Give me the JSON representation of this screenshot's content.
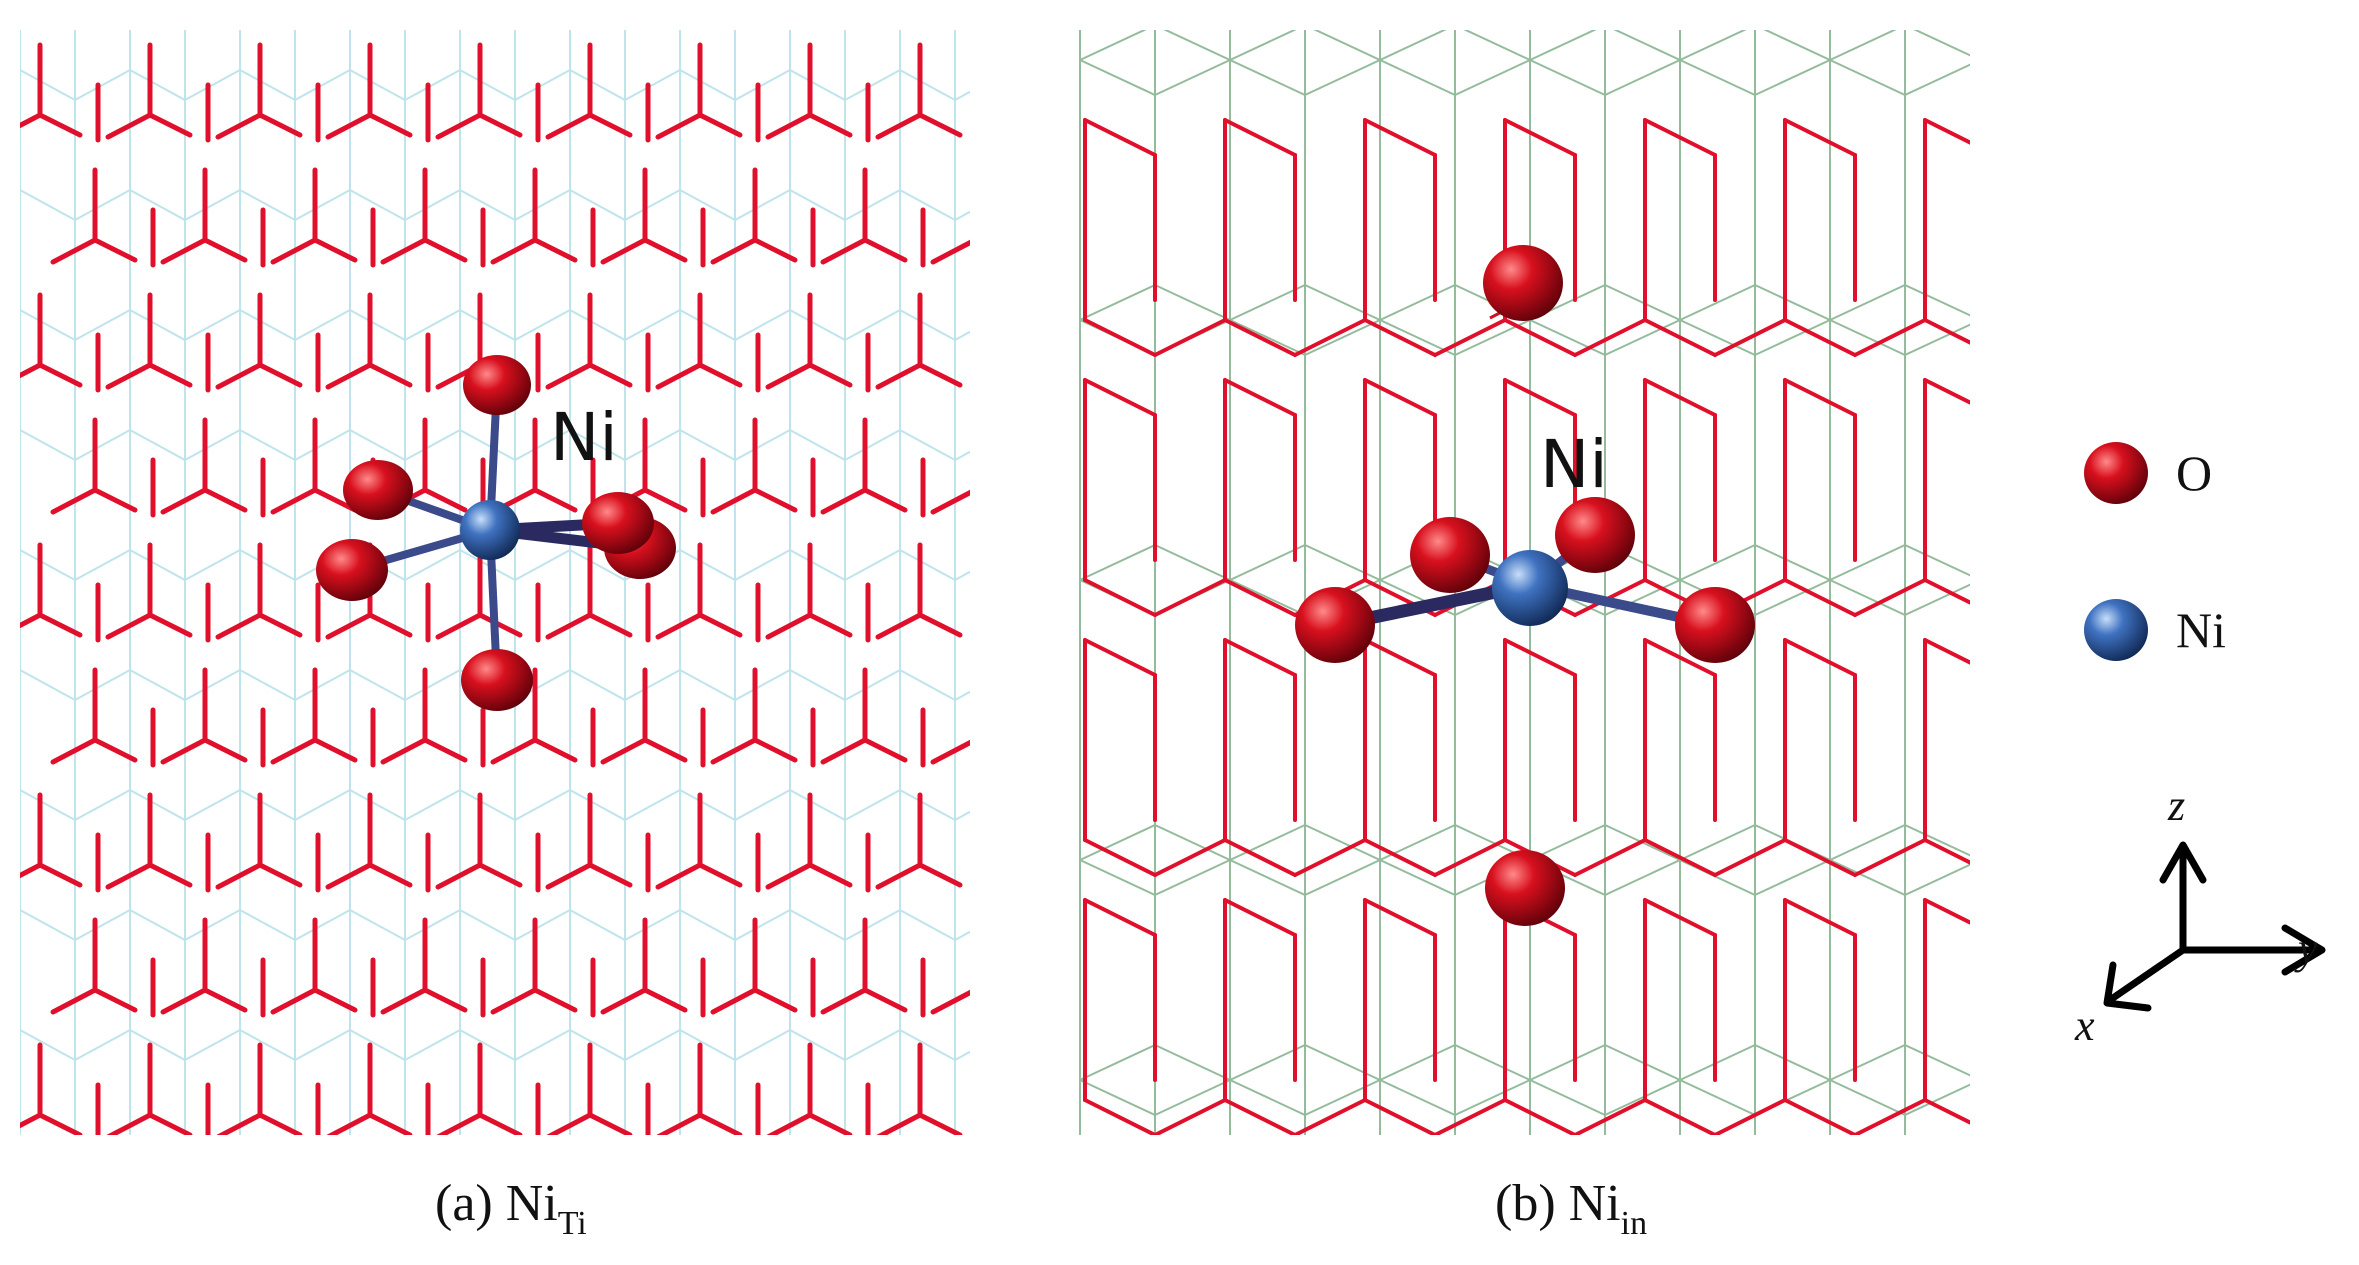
{
  "panel_a": {
    "ni_label": "Ni",
    "caption_main": "(a) Ni",
    "caption_sub": "Ti"
  },
  "panel_b": {
    "ni_label": "Ni",
    "caption_main": "(b) Ni",
    "caption_sub": "in"
  },
  "legend": {
    "o_label": "O",
    "ni_label": "Ni"
  },
  "axes": {
    "z_label": "z",
    "y_label": "y",
    "x_label": "x"
  },
  "colors": {
    "oxygen": "#d31020",
    "nickel": "#3d6fb8",
    "ti_bond_a": "#bfe4ec",
    "ti_bond_b": "#93bb9c",
    "o_bond": "#e0102c"
  }
}
